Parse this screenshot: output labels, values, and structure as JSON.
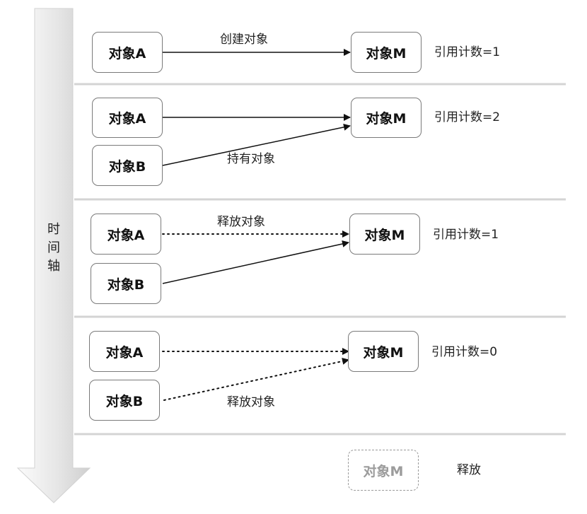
{
  "timeline": {
    "label_chars": [
      "时",
      "间",
      "轴"
    ]
  },
  "object_label_a": "对象A",
  "object_label_b": "对象B",
  "object_label_m": "对象M",
  "stages": [
    {
      "edge_a": {
        "label": "创建对象",
        "style": "solid"
      },
      "ref_count": "引用计数=1"
    },
    {
      "edge_a": {
        "label": "",
        "style": "solid"
      },
      "edge_b": {
        "label": "持有对象",
        "style": "solid"
      },
      "ref_count": "引用计数=2"
    },
    {
      "edge_a": {
        "label": "释放对象",
        "style": "dotted"
      },
      "edge_b": {
        "label": "",
        "style": "solid"
      },
      "ref_count": "引用计数=1"
    },
    {
      "edge_a": {
        "label": "",
        "style": "dotted"
      },
      "edge_b": {
        "label": "释放对象",
        "style": "dotted"
      },
      "ref_count": "引用计数=0"
    },
    {
      "final_object": "对象M",
      "final_state": "释放"
    }
  ],
  "colors": {
    "separator": "#d4d4d4",
    "box_border": "#7a7a7a",
    "released_text": "#9c9c9c",
    "arrow": "#111111"
  }
}
